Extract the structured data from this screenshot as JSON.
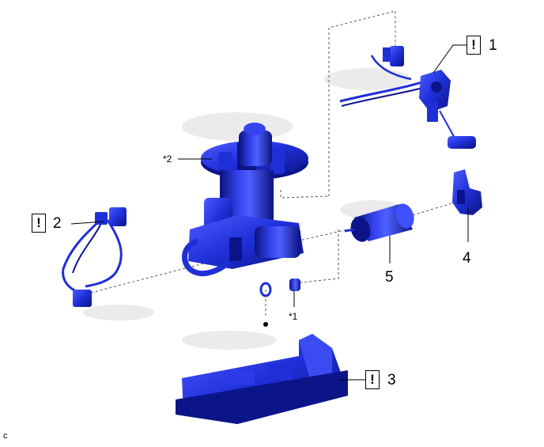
{
  "callouts": [
    {
      "id": "1",
      "number": "1",
      "warning_symbol": "!",
      "has_warning": true
    },
    {
      "id": "2",
      "number": "2",
      "warning_symbol": "!",
      "has_warning": true
    },
    {
      "id": "3",
      "number": "3",
      "warning_symbol": "!",
      "has_warning": true
    },
    {
      "id": "4",
      "number": "4",
      "has_warning": false
    },
    {
      "id": "5",
      "number": "5",
      "has_warning": false
    }
  ],
  "notes": {
    "star1": "*1",
    "star2": "*2"
  },
  "figure_code": "c",
  "colors": {
    "part_fill": "#1f2fd8",
    "part_dark": "#0c148a",
    "part_light": "#5a6cff",
    "shadow_grey": "#d6d6d6",
    "leader": "#000000"
  }
}
